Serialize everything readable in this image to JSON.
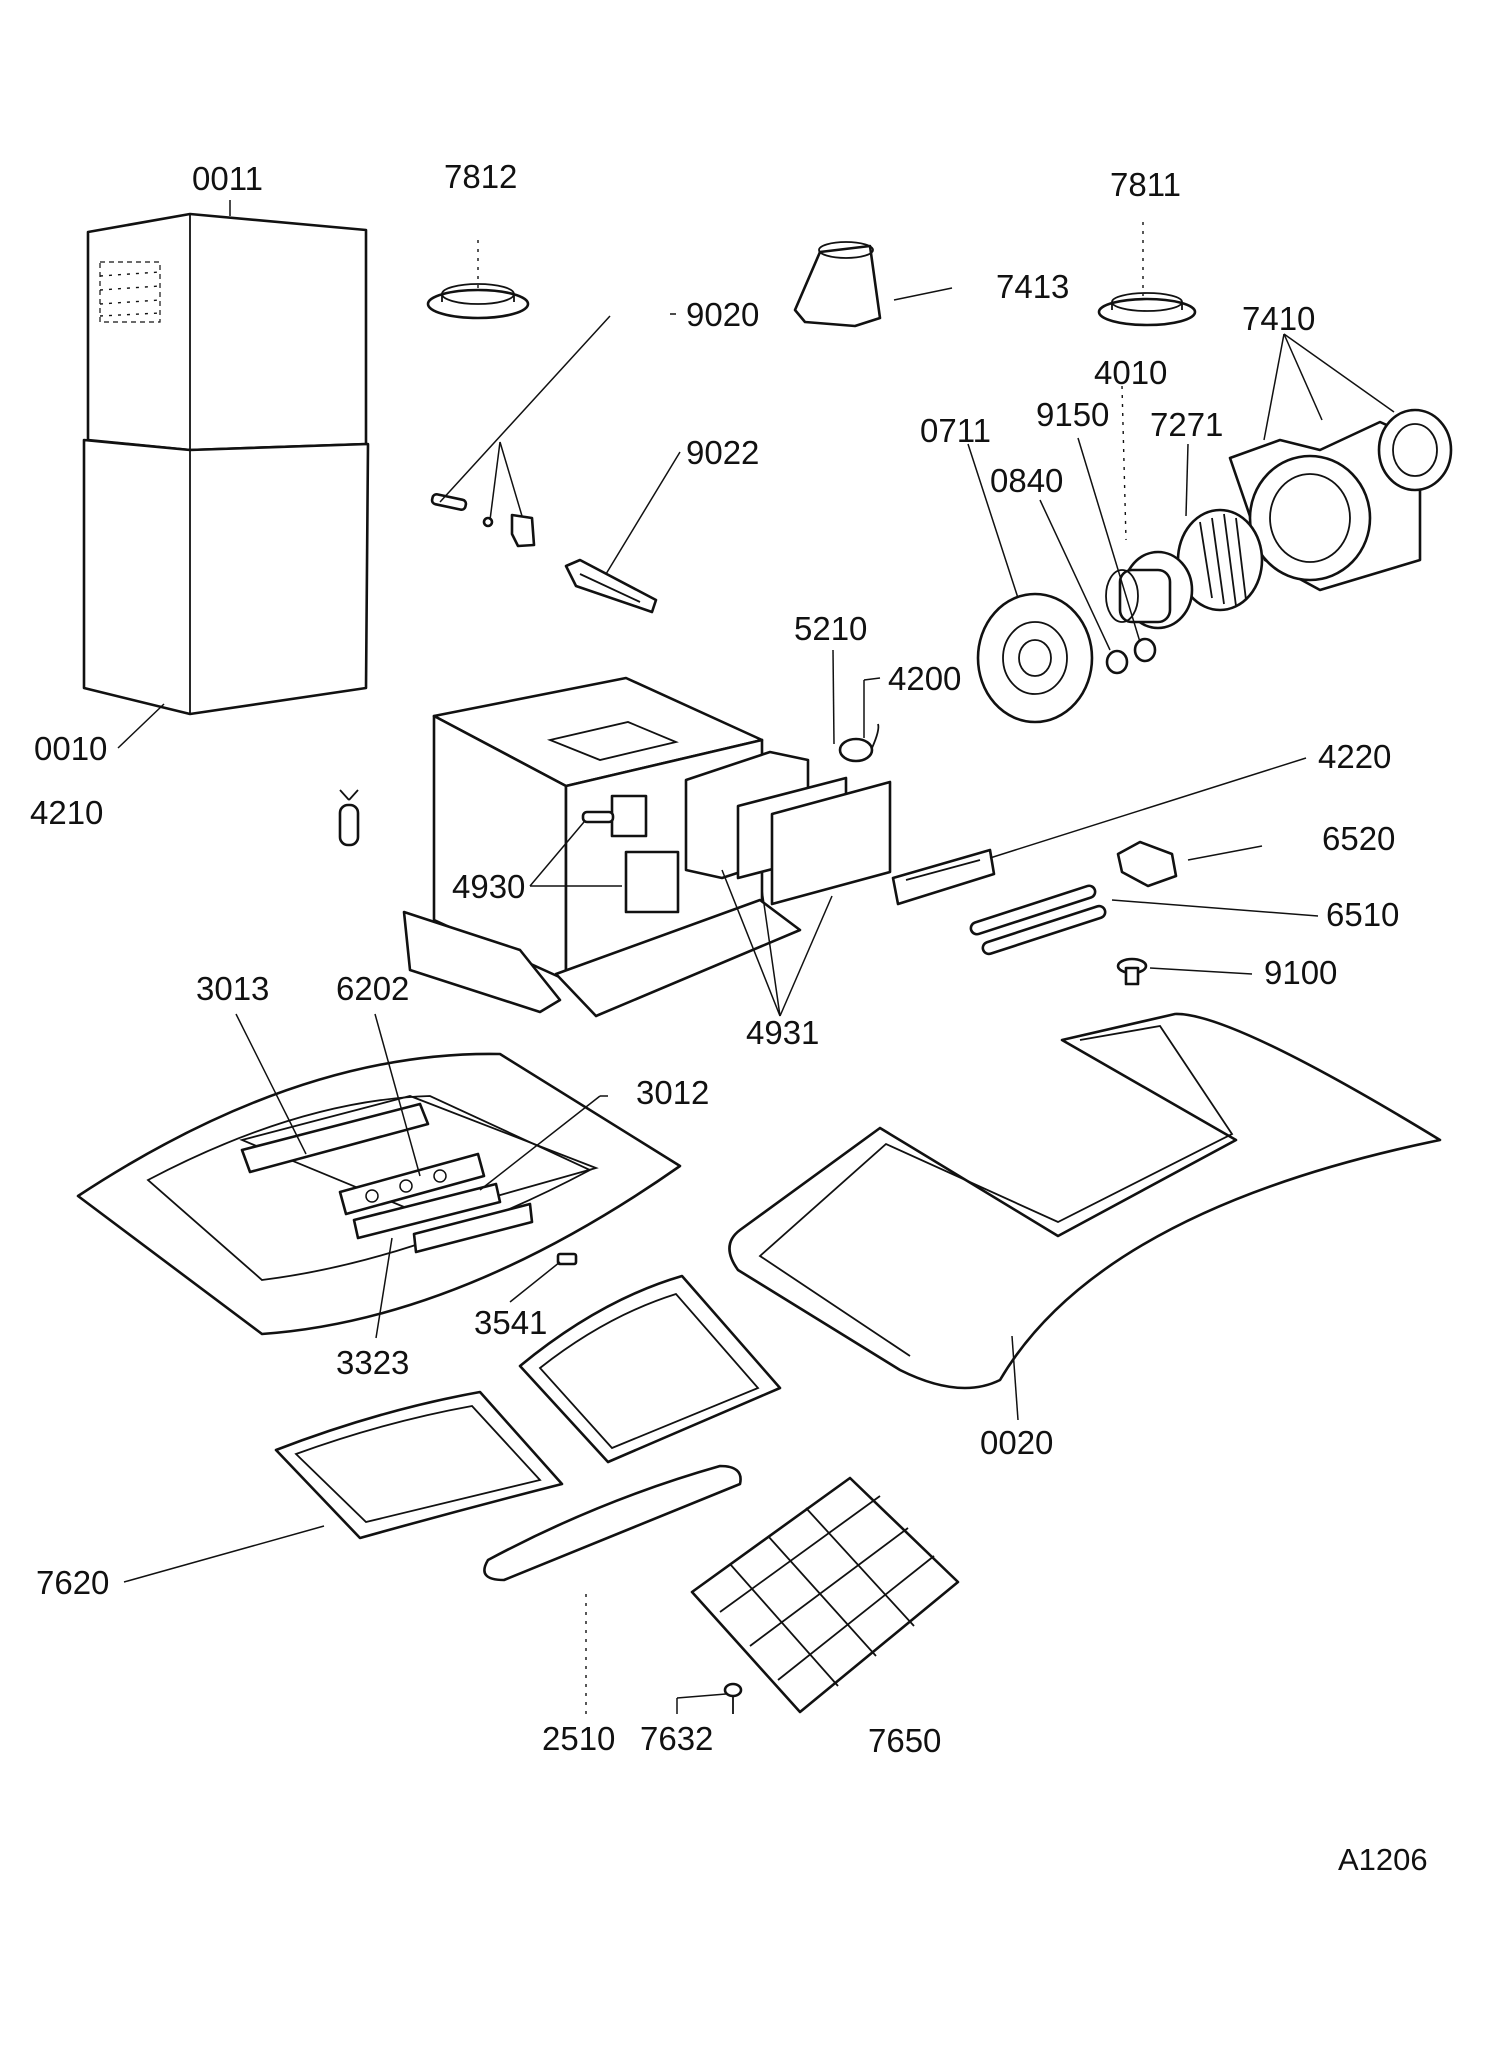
{
  "diagram_code": "A1206",
  "callouts": {
    "p0011": "0011",
    "p0010": "0010",
    "p4210": "4210",
    "p7812": "7812",
    "p9020": "9020",
    "p9022": "9022",
    "p7413": "7413",
    "p7811": "7811",
    "p7410": "7410",
    "p4010": "4010",
    "p0711": "0711",
    "p9150": "9150",
    "p7271": "7271",
    "p0840": "0840",
    "p5210": "5210",
    "p4200": "4200",
    "p4220": "4220",
    "p6520": "6520",
    "p6510": "6510",
    "p9100": "9100",
    "p4930": "4930",
    "p4931": "4931",
    "p3013": "3013",
    "p6202": "6202",
    "p3012": "3012",
    "p3541": "3541",
    "p3323": "3323",
    "p0020": "0020",
    "p7620": "7620",
    "p2510": "2510",
    "p7632": "7632",
    "p7650": "7650"
  }
}
